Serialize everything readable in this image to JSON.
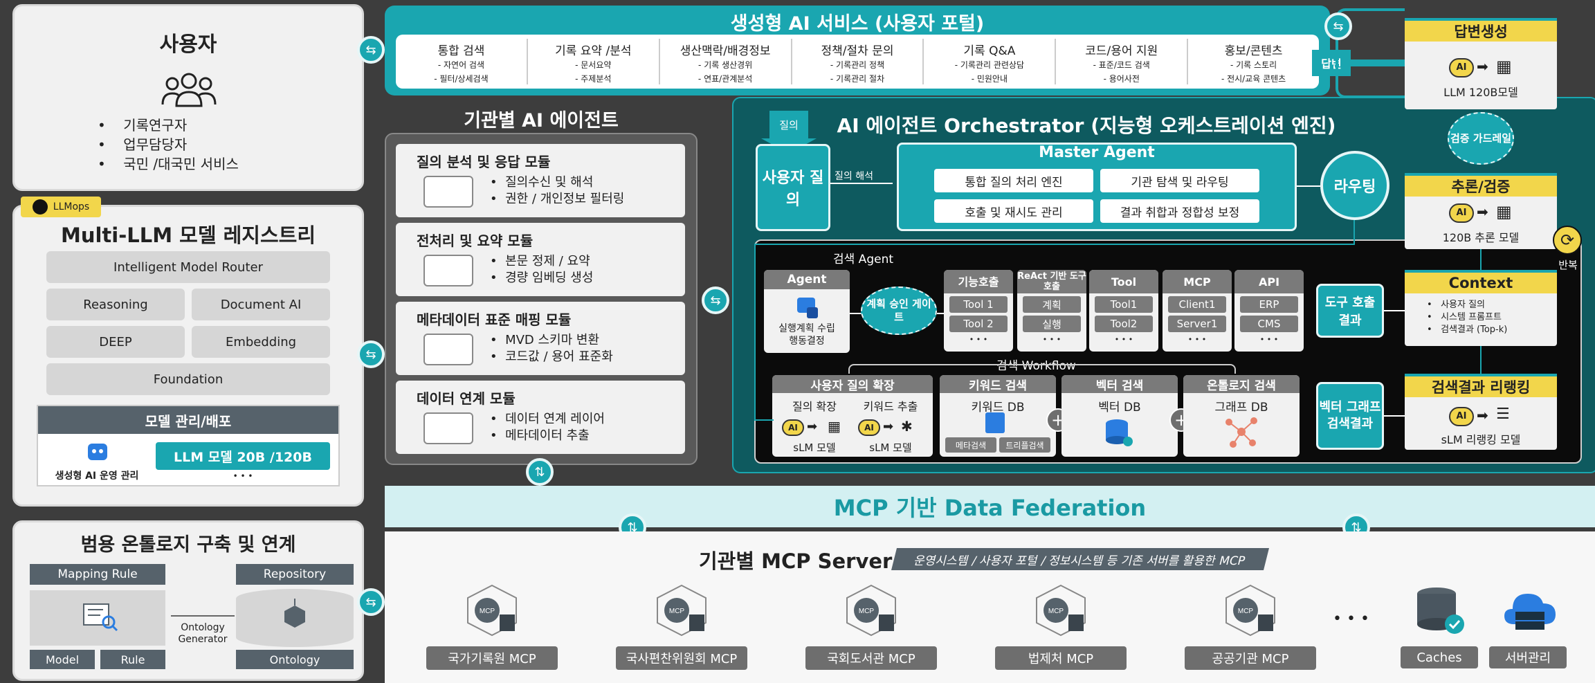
{
  "users": {
    "title": "사용자",
    "items": [
      "기록연구자",
      "업무담당자",
      "국민 /대국민 서비스"
    ]
  },
  "registry": {
    "badge": "LLMops",
    "title": "Multi-LLM 모델 레지스트리",
    "router": "Intelligent Model Router",
    "reasoning": "Reasoning",
    "document_ai": "Document AI",
    "deep": "DEEP",
    "embedding": "Embedding",
    "foundation": "Foundation",
    "mgmt_title": "모델 관리/배포",
    "mgmt_icon_label": "생성형 AI 운영 관리",
    "mgmt_model": "LLM  모델 20B /120B",
    "mgmt_more": "• • •"
  },
  "ontology": {
    "title": "범용 온톨로지 구축 및 연계",
    "mapping_rule": "Mapping Rule",
    "repository": "Repository",
    "generator": "Ontology Generator",
    "model": "Model",
    "rule": "Rule",
    "ontology_label": "Ontology"
  },
  "portal": {
    "title": "생성형 AI 서비스 (사용자 포털)",
    "answer_tab": "답변",
    "columns": [
      {
        "head": "통합 검색",
        "l1": "- 자연어 검색",
        "l2": "- 필터/상세검색"
      },
      {
        "head": "기록 요약 /분석",
        "l1": "- 문서요약",
        "l2": "- 주제분석"
      },
      {
        "head": "생산맥락/배경정보",
        "l1": "- 기록 생산경위",
        "l2": "- 연표/관계분석"
      },
      {
        "head": "정책/절차 문의",
        "l1": "- 기록관리 정책",
        "l2": "- 기록관리 절차"
      },
      {
        "head": "기록 Q&A",
        "l1": "- 기록관리 관련상담",
        "l2": "- 민원안내"
      },
      {
        "head": "코드/용어 지원",
        "l1": "- 표준/코드 검색",
        "l2": "- 용어사전"
      },
      {
        "head": "홍보/콘텐츠",
        "l1": "- 기록 스토리",
        "l2": "- 전시/교육 콘텐츠"
      }
    ]
  },
  "agents": {
    "title": "기관별 AI 에이전트",
    "modules": [
      {
        "title": "질의 분석 및 응답 모듈",
        "b1": "질의수신 및 해석",
        "b2": "권한 / 개인정보 필터링"
      },
      {
        "title": "전처리 및 요약 모듈",
        "b1": "본문 정제 / 요약",
        "b2": "경량 임베딩 생성"
      },
      {
        "title": "메타데이터 표준 매핑 모듈",
        "b1": "MVD 스키마 변환",
        "b2": "코드값 / 용어 표준화"
      },
      {
        "title": "데이터 연계 모듈",
        "b1": "데이터 연계 레이어",
        "b2": "메타데이터 추출"
      }
    ]
  },
  "orchestrator": {
    "title": "AI 에이전트 Orchestrator (지능형 오케스트레이션 엔진)",
    "query_arrow": "질의",
    "user_query": "사용자 질의",
    "interpret": "질의 해석",
    "master_title": "Master Agent",
    "master_items": [
      "통합 질의 처리 엔진",
      "기관 탐색 및 라우팅",
      "호출 및 재시도 관리",
      "결과 취합과 정합성 보정"
    ],
    "routing": "라우팅",
    "search_agent_label": "검색 Agent",
    "agent_head": "Agent",
    "agent_desc1": "실행계획 수립",
    "agent_desc2": "행동결정",
    "gate": "계획 승인 게이트",
    "cols": [
      {
        "head": "기능호출",
        "i1": "Tool 1",
        "i2": "Tool 2"
      },
      {
        "head": "ReAct 기반 도구호출",
        "i1": "계획",
        "i2": "실행"
      },
      {
        "head": "Tool",
        "i1": "Tool1",
        "i2": "Tool2"
      },
      {
        "head": "MCP",
        "i1": "Client1",
        "i2": "Server1"
      },
      {
        "head": "API",
        "i1": "ERP",
        "i2": "CMS"
      }
    ],
    "dots": "• • •",
    "tool_result": "도구 호출 결과",
    "workflow_label": "검색 Workflow",
    "expand_title": "사용자 질의 확장",
    "expand_sub1": "질의 확장",
    "expand_sub2": "키워드 추출",
    "slm": "sLM 모델",
    "keyword_title": "키워드 검색",
    "keyword_db": "키워드 DB",
    "meta_search": "메타검색",
    "full_search": "트리플검색",
    "vector_title": "벡터 검색",
    "vector_db": "벡터 DB",
    "onto_title": "온톨로지 검색",
    "graph_db": "그래프 DB",
    "vg_result": "벡터 그래프 검색결과"
  },
  "right": {
    "answer_gen": "답변생성",
    "llm120": "LLM 120B모델",
    "guardrail": "검증 가드레일",
    "reason_title": "추론/검증",
    "reason_model": "120B 추론 모델",
    "repeat": "반복",
    "context_title": "Context",
    "context_items": [
      "사용자 질의",
      "시스템 프롬프트",
      "검색결과 (Top-k)"
    ],
    "rerank_title": "검색결과 리랭킹",
    "rerank_model": "sLM 리랭킹 모델",
    "ai": "AI"
  },
  "federation": {
    "title": "MCP 기반 Data Federation"
  },
  "mcp": {
    "title": "기관별 MCP Server",
    "subtitle": "운영시스템 / 사용자 포털 / 정보시스템 등 기존 서버를 활용한 MCP",
    "servers": [
      "국가기록원 MCP",
      "국사편찬위원회 MCP",
      "국회도서관 MCP",
      "법제처 MCP",
      "공공기관 MCP"
    ],
    "dots": "• • •",
    "caches": "Caches",
    "server_mgmt": "서버관리",
    "mcp_tag": "MCP"
  },
  "colors": {
    "teal": "#1aa6b0",
    "dark": "#3d3d3d",
    "black": "#0b0b0b",
    "gold": "#f2d64b"
  }
}
